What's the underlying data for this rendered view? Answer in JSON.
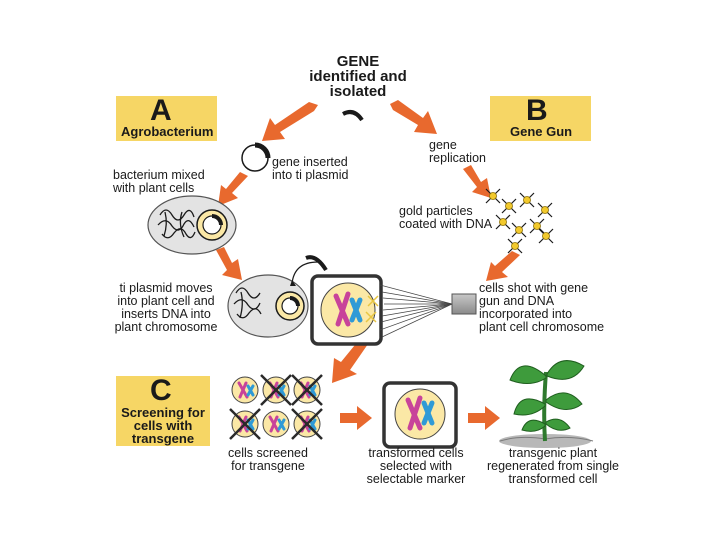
{
  "title": "GENE\nidentified and\nisolated",
  "panels": {
    "a": {
      "letter": "A",
      "label": "Agrobacterium"
    },
    "b": {
      "letter": "B",
      "label": "Gene Gun"
    },
    "c": {
      "letter": "C",
      "label": "Screening for\ncells with\ntransgene"
    }
  },
  "steps": {
    "gene_inserted": "gene inserted\ninto ti plasmid",
    "bacterium_mixed": "bacterium mixed\nwith plant cells",
    "plasmid_moves": "ti plasmid moves\ninto plant cell and\ninserts DNA into\nplant chromosome",
    "gene_replication": "gene\nreplication",
    "gold_particles": "gold particles\ncoated with DNA",
    "cells_shot": "cells shot with gene\ngun and DNA\nincorporated into\nplant cell chromosome",
    "cells_screened": "cells screened\nfor transgene",
    "transformed_cells": "transformed cells\nselected with\nselectable marker",
    "transgenic_plant": "transgenic plant\nregenerated from single\ntransformed cell"
  },
  "colors": {
    "arrow": "#e8692e",
    "panel_label_bg": "#f6d665",
    "cell_fill": "#e3e3e3",
    "plasmid_fill": "#fbe8a6",
    "chromosome_pink": "#c8439a",
    "chromosome_blue": "#2f9ad6",
    "leaf_green": "#3e9b3c",
    "gold": "#f2c92c"
  }
}
